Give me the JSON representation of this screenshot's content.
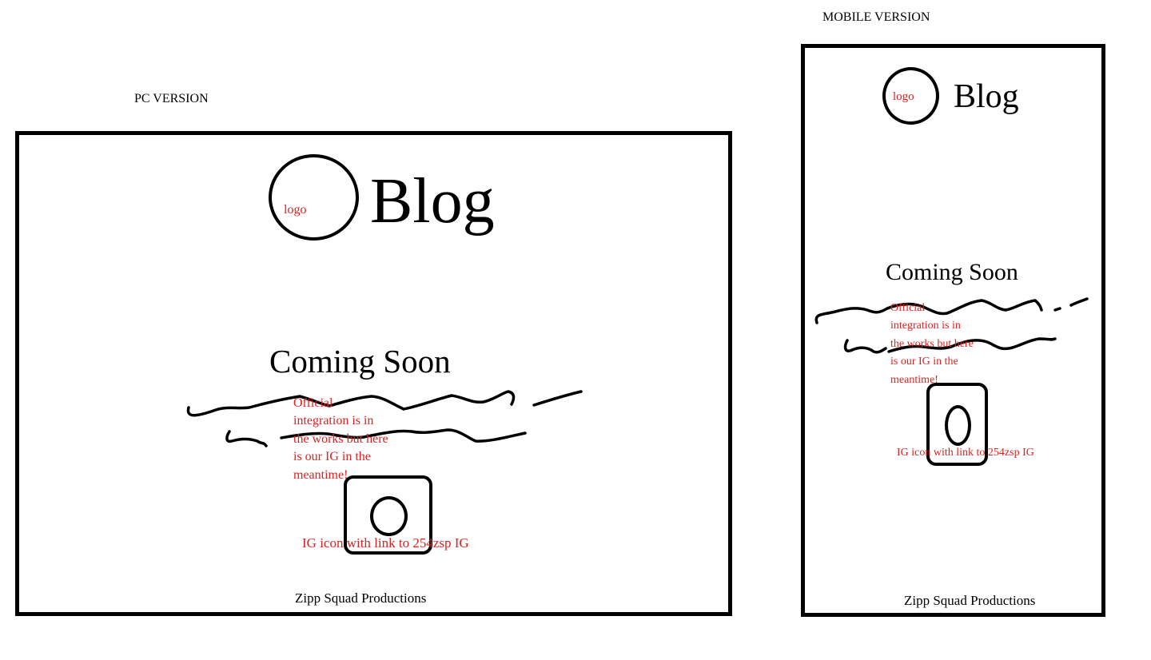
{
  "labels": {
    "pc": "PC VERSION",
    "mobile": "MOBILE VERSION"
  },
  "pc": {
    "logo_text": "logo",
    "title": "Blog",
    "coming_soon": "Coming Soon",
    "note_lines": [
      "Official",
      "integration is in",
      "the works but here",
      "is our IG in the",
      "meantime!"
    ],
    "ig_caption": "IG icon with link to 254zsp IG",
    "footer": "Zipp Squad Productions"
  },
  "mobile": {
    "logo_text": "logo",
    "title": "Blog",
    "coming_soon": "Coming Soon",
    "note_lines": [
      "Official",
      "integration is in",
      "the works but here",
      "is our IG in the",
      "meantime!"
    ],
    "ig_caption": "IG icon with link to 254zsp IG",
    "footer": "Zipp Squad Productions"
  },
  "colors": {
    "annotation": "#e02020",
    "ink": "#000000"
  }
}
